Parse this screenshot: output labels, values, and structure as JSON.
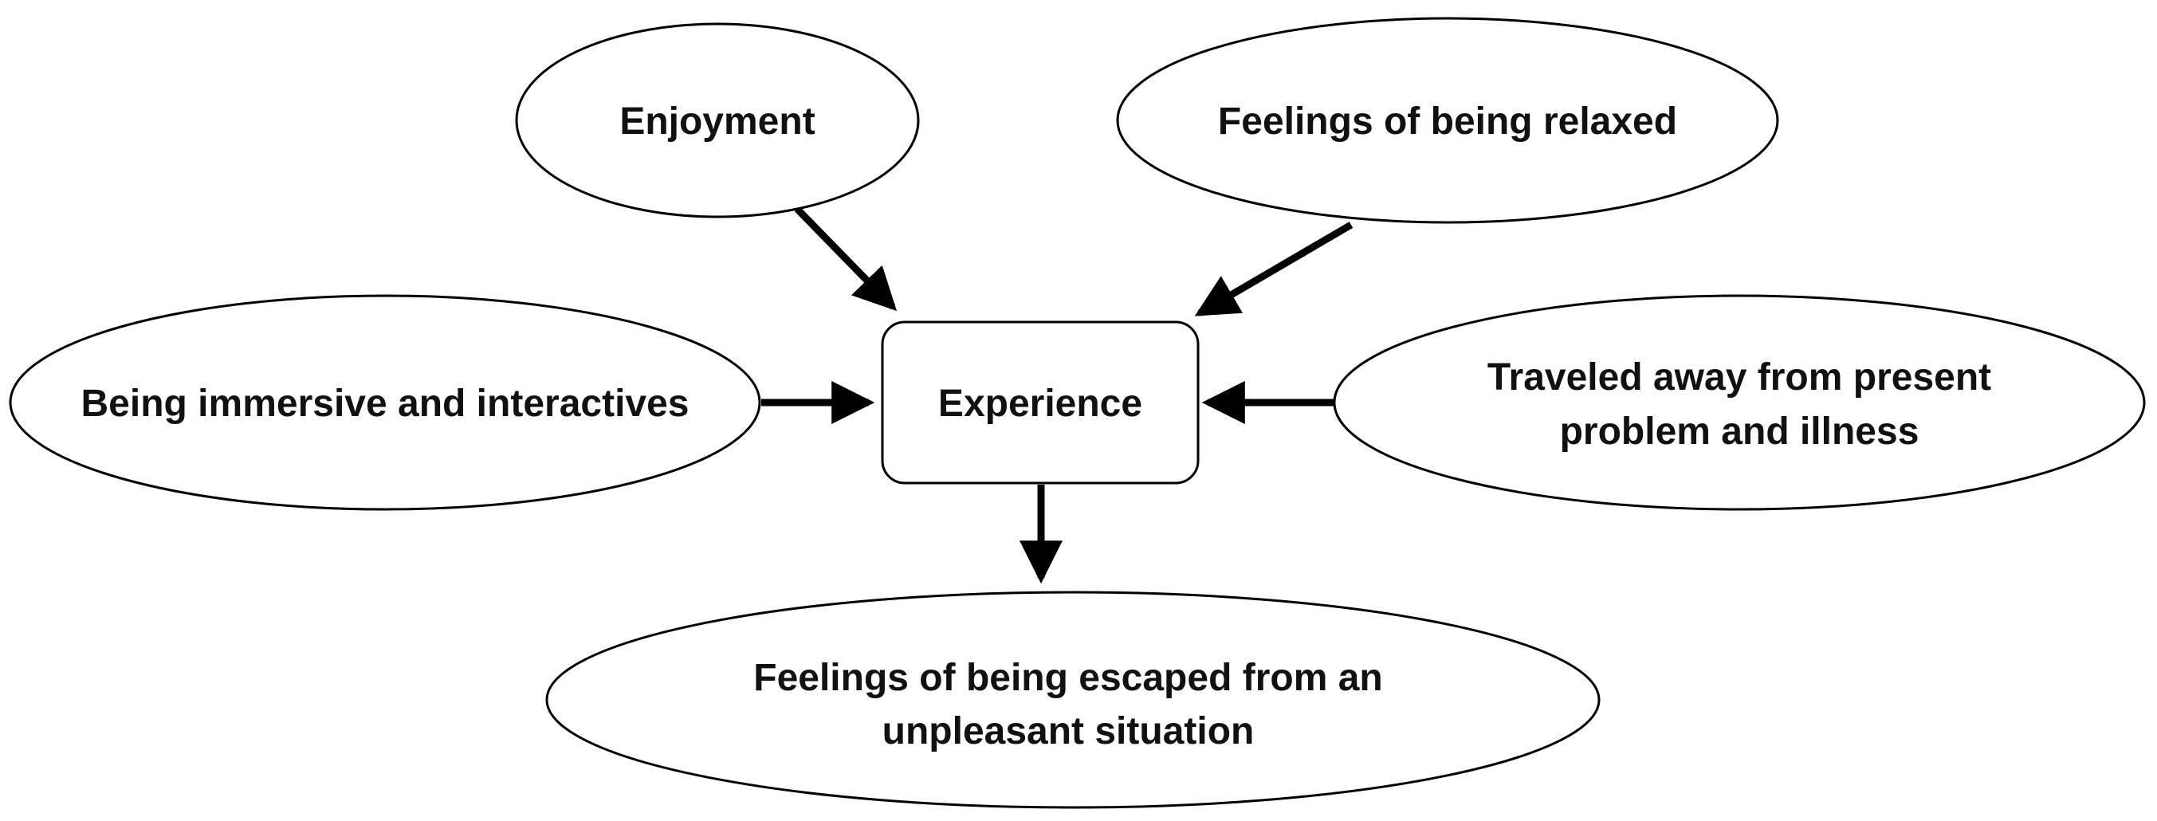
{
  "diagram": {
    "center": {
      "label": "Experience"
    },
    "inputs": [
      {
        "id": "enjoyment",
        "lines": [
          "Enjoyment"
        ]
      },
      {
        "id": "relaxed",
        "lines": [
          "Feelings of being relaxed"
        ]
      },
      {
        "id": "immersive",
        "lines": [
          "Being immersive and interactives"
        ]
      },
      {
        "id": "traveled",
        "lines": [
          "Traveled away from present",
          "problem and illness"
        ]
      }
    ],
    "outputs": [
      {
        "id": "escaped",
        "lines": [
          "Feelings of being escaped from an",
          "unpleasant situation"
        ]
      }
    ],
    "edges": [
      {
        "from": "enjoyment",
        "to": "experience"
      },
      {
        "from": "relaxed",
        "to": "experience"
      },
      {
        "from": "immersive",
        "to": "experience"
      },
      {
        "from": "traveled",
        "to": "experience"
      },
      {
        "from": "experience",
        "to": "escaped"
      }
    ]
  }
}
